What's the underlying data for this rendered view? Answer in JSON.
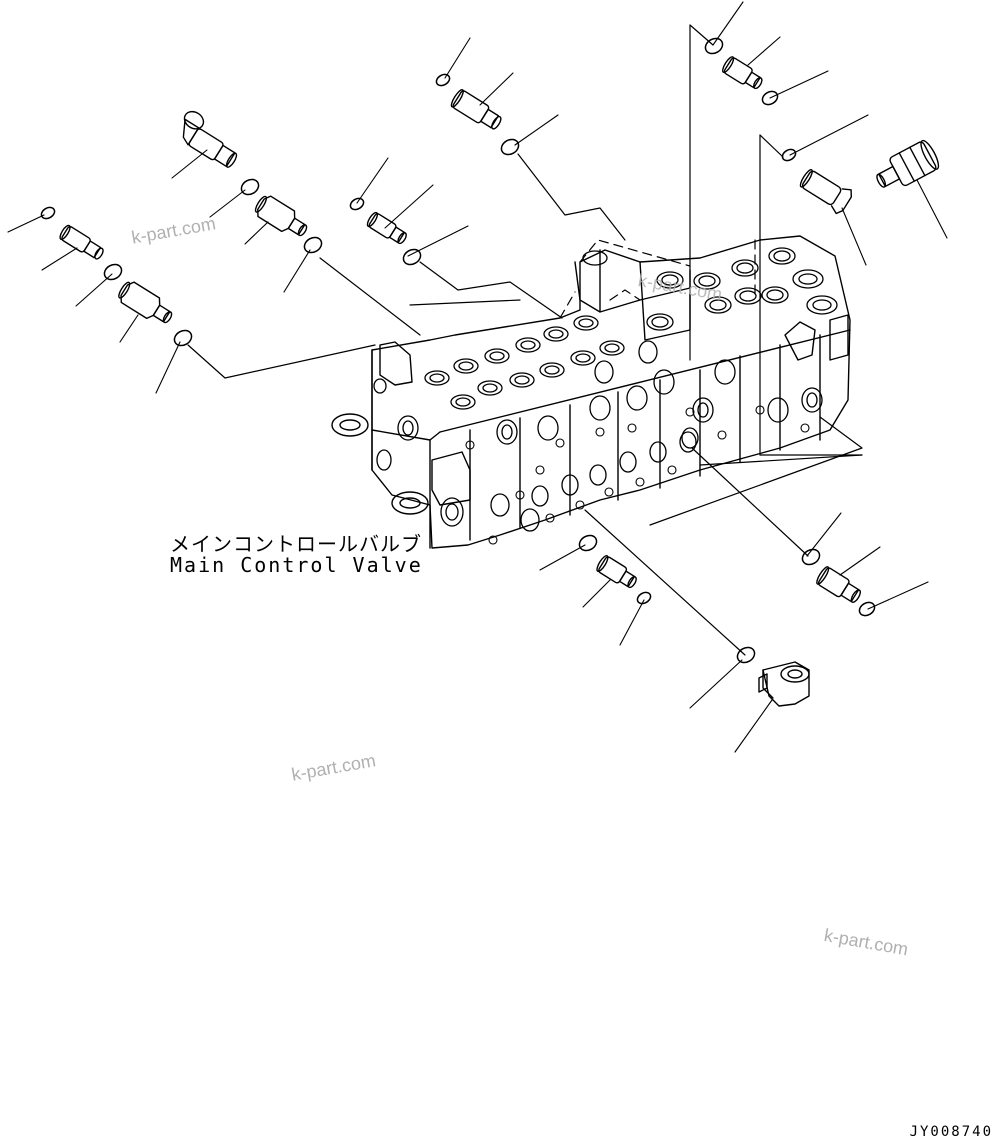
{
  "labels": {
    "japanese": "メインコントロールバルブ",
    "english": "Main Control Valve"
  },
  "figure_code": "JY008740",
  "watermark": "k-part.com"
}
